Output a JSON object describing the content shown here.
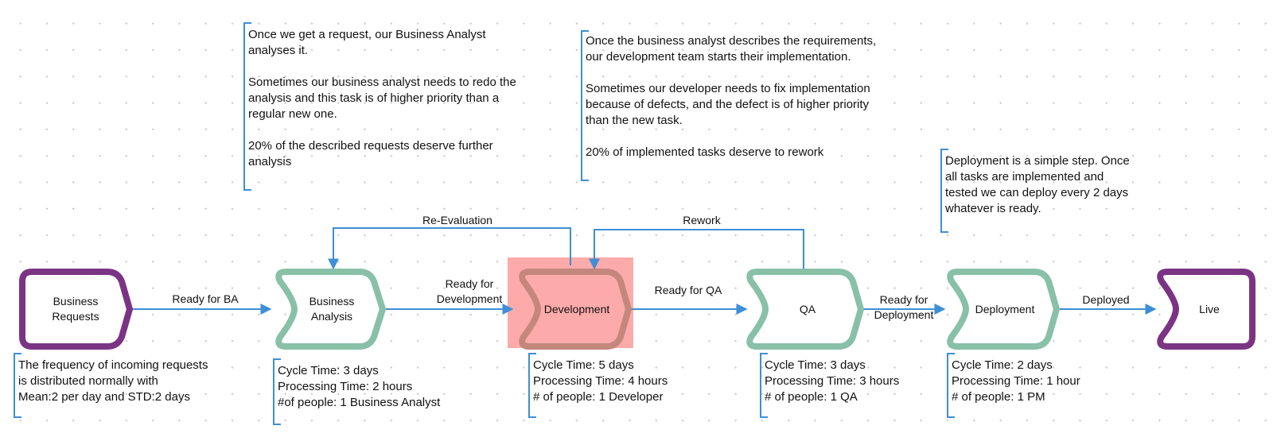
{
  "colors": {
    "start_end_stroke": "#7b3484",
    "process_stroke": "#88c0a8",
    "highlight_fill": "#fdaaaa",
    "highlight_stroke": "#c4877c",
    "connector": "#3d8fd6",
    "note_bracket": "#3d8fd6"
  },
  "nodes": [
    {
      "id": "business-requests",
      "label": "Business\nRequests",
      "type": "start"
    },
    {
      "id": "business-analysis",
      "label": "Business\nAnalysis",
      "type": "process"
    },
    {
      "id": "development",
      "label": "Development",
      "type": "process",
      "highlighted": true
    },
    {
      "id": "qa",
      "label": "QA",
      "type": "process"
    },
    {
      "id": "deployment",
      "label": "Deployment",
      "type": "process"
    },
    {
      "id": "live",
      "label": "Live",
      "type": "end"
    }
  ],
  "edges": [
    {
      "from": "business-requests",
      "to": "business-analysis",
      "label": "Ready for BA"
    },
    {
      "from": "business-analysis",
      "to": "development",
      "label": "Ready for\nDevelopment"
    },
    {
      "from": "development",
      "to": "qa",
      "label": "Ready for QA"
    },
    {
      "from": "qa",
      "to": "deployment",
      "label": "Ready for\nDeployment"
    },
    {
      "from": "deployment",
      "to": "live",
      "label": "Deployed"
    },
    {
      "from": "development",
      "to": "business-analysis",
      "label": "Re-Evaluation"
    },
    {
      "from": "qa",
      "to": "development",
      "label": "Rework"
    }
  ],
  "notes": {
    "ba_description": [
      "Once we get a request, our Business Analyst\nanalyses it.",
      "Sometimes our business analyst needs to redo the\nanalysis and this task is of higher priority than a\nregular new one.",
      "20% of the described requests deserve further\nanalysis"
    ],
    "dev_description": [
      "Once the business analyst describes the requirements,\nour development team starts their implementation.",
      "Sometimes our developer needs to fix implementation\nbecause of defects, and the defect is of higher priority\nthan the new task.",
      "20% of implemented tasks deserve to rework"
    ],
    "deploy_description": [
      "Deployment is a simple step. Once\nall tasks are implemented and\ntested we can deploy every 2 days\nwhatever is ready."
    ],
    "requests_stats": [
      "The frequency of incoming requests",
      "is distributed normally with",
      "Mean:2 per day and STD:2 days"
    ],
    "ba_stats": [
      "Cycle Time: 3 days",
      "Processing Time: 2 hours",
      "#of people: 1 Business Analyst"
    ],
    "dev_stats": [
      "Cycle Time: 5 days",
      "Processing Time: 4 hours",
      "# of people: 1 Developer"
    ],
    "qa_stats": [
      "Cycle Time: 3 days",
      "Processing Time: 3 hours",
      "# of people: 1 QA"
    ],
    "deploy_stats": [
      "Cycle Time: 2 days",
      "Processing Time: 1 hour",
      "# of people: 1 PM"
    ]
  }
}
